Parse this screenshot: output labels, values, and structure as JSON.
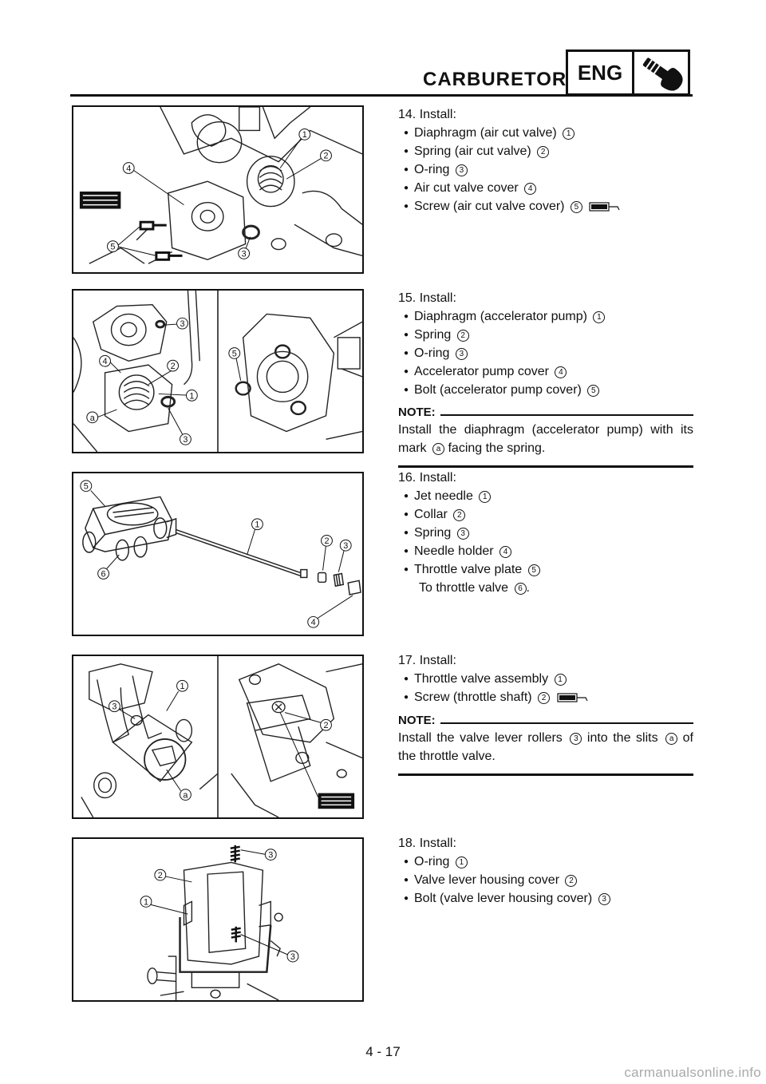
{
  "header": {
    "title": "CARBURETOR",
    "badge": "ENG",
    "icon": "wrench-icon"
  },
  "steps": [
    {
      "title": "14. Install:",
      "items": [
        {
          "label": "Diaphragm (air cut valve)",
          "num": "1"
        },
        {
          "label": "Spring (air cut valve)",
          "num": "2"
        },
        {
          "label": "O-ring",
          "num": "3"
        },
        {
          "label": "Air cut valve cover",
          "num": "4"
        },
        {
          "label": "Screw (air cut valve cover)",
          "num": "5",
          "icon": "torque-screw-icon"
        }
      ]
    },
    {
      "title": "15. Install:",
      "items": [
        {
          "label": "Diaphragm (accelerator pump)",
          "num": "1"
        },
        {
          "label": "Spring",
          "num": "2"
        },
        {
          "label": "O-ring",
          "num": "3"
        },
        {
          "label": "Accelerator pump cover",
          "num": "4"
        },
        {
          "label": "Bolt (accelerator pump cover)",
          "num": "5"
        }
      ],
      "note": {
        "heading": "NOTE:",
        "text_before": "Install the diaphragm (accelerator pump) with its mark",
        "ref": "a",
        "text_after": "facing the spring."
      }
    },
    {
      "title": "16. Install:",
      "items": [
        {
          "label": "Jet needle",
          "num": "1"
        },
        {
          "label": "Collar",
          "num": "2"
        },
        {
          "label": "Spring",
          "num": "3"
        },
        {
          "label": "Needle holder",
          "num": "4"
        },
        {
          "label": "Throttle valve plate",
          "num": "5"
        }
      ],
      "sub": {
        "text": "To throttle valve",
        "num": "6",
        "end": "."
      }
    },
    {
      "title": "17. Install:",
      "items": [
        {
          "label": "Throttle valve assembly",
          "num": "1"
        },
        {
          "label": "Screw (throttle shaft)",
          "num": "2",
          "icon": "torque-screw-icon"
        }
      ],
      "note": {
        "heading": "NOTE:",
        "text_before": "Install the valve lever rollers",
        "ref1": "3",
        "text_mid": "into the slits",
        "ref2": "a",
        "text_after": "of the throttle valve."
      }
    },
    {
      "title": "18. Install:",
      "items": [
        {
          "label": "O-ring",
          "num": "1"
        },
        {
          "label": "Valve lever housing cover",
          "num": "2"
        },
        {
          "label": "Bolt (valve lever housing cover)",
          "num": "3"
        }
      ]
    }
  ],
  "page_number": "4 - 17",
  "watermark": "carmanualsonline.info"
}
